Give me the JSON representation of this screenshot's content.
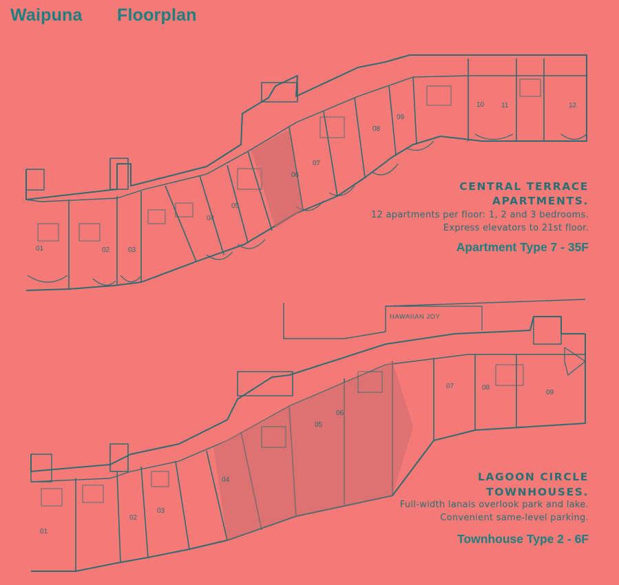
{
  "header": {
    "title_left": "Waipuna",
    "title_right": "Floorplan"
  },
  "central_terrace": {
    "heading_line1": "CENTRAL TERRACE",
    "heading_line2": "APARTMENTS.",
    "desc_line1": "12 apartments per floor: 1, 2 and 3 bedrooms.",
    "desc_line2": "Express elevators to 21st floor.",
    "type_label": "Apartment Type 7 - 35F",
    "units": [
      "01",
      "02",
      "03",
      "04",
      "05",
      "06",
      "07",
      "08",
      "09",
      "10",
      "11",
      "12"
    ]
  },
  "lagoon_circle": {
    "heading_line1": "LAGOON CIRCLE",
    "heading_line2": "TOWNHOUSES.",
    "desc_line1": "Full-width lanais overlook park and lake.",
    "desc_line2": "Convenient same-level parking.",
    "type_label": "Townhouse Type 2 - 6F",
    "neighbor_label": "HAWAIIAN JOY",
    "units": [
      "01",
      "02",
      "03",
      "04",
      "05",
      "06",
      "07",
      "08",
      "09"
    ]
  },
  "colors": {
    "background": "#f47a78",
    "accent": "#1e7f80",
    "line": "#2f6b70"
  }
}
